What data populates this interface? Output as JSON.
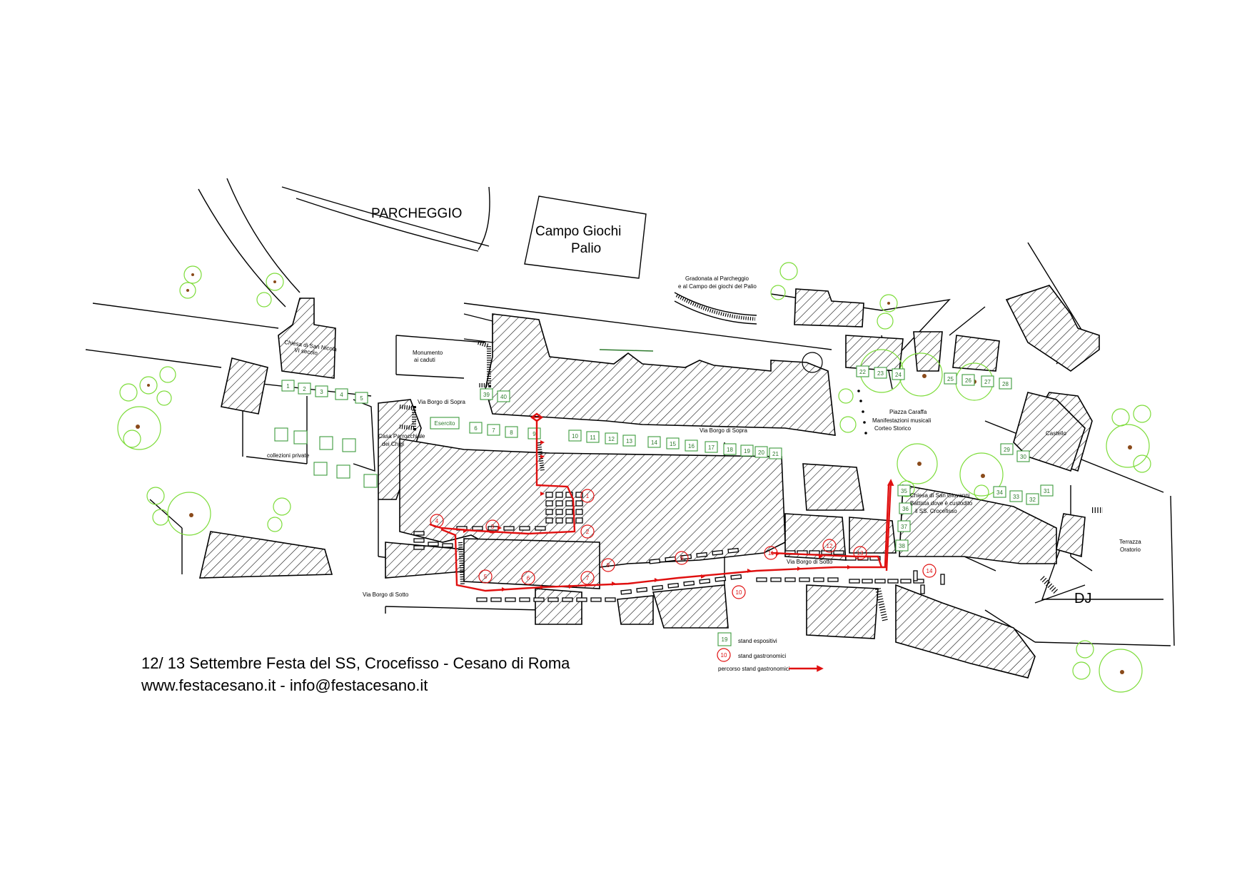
{
  "labels": {
    "parcheggio": "PARCHEGGIO",
    "campo_line1": "Campo Giochi",
    "campo_line2": "Palio",
    "gradonata_line1": "Gradonata al Parcheggio",
    "gradonata_line2": "e al Campo dei giochi del Palio",
    "chiesa_nicola_line1": "Chiesa di San Nicola",
    "chiesa_nicola_line2": "VI secolo",
    "monumento_line1": "Monumento",
    "monumento_line2": "ai caduti",
    "via_borgo_sopra_1": "Via Borgo di Sopra",
    "via_borgo_sopra_2": "Via Borgo di Sopra",
    "esercito": "Esercito",
    "casa_line1": "Casa Parrocchiale",
    "casa_line2": "dei Chigi",
    "collezioni": "collezioni private",
    "piazza_caraffa": "Piazza Caraffa",
    "manifestazioni": "Manifestazioni musicali",
    "corteo": "Corteo Storico",
    "castello": "Castello",
    "chiesa_giovanni_line1": "Chiesa di San Giovanni",
    "chiesa_giovanni_line2": "Battista dove è custodito",
    "chiesa_giovanni_line3": "il SS. Crocefisso",
    "terrazza_line1": "Terrazza",
    "terrazza_line2": "Oratorio",
    "dj": "DJ",
    "via_borgo_sotto_1": "Via Borgo di Sotto",
    "via_borgo_sotto_2": "Via Borgo di Sotto"
  },
  "legend": {
    "sample_number": "19",
    "sample_red_number": "10",
    "stand_espositivi": "stand espositivi",
    "stand_gastronomici": "stand gastronomici",
    "percorso": "percorso stand gastronomici"
  },
  "footer": {
    "line1": "12/ 13 Settembre Festa del SS, Crocefisso - Cesano di Roma",
    "line2": "www.festacesano.it - info@festacesano.it"
  },
  "stands": [
    "1",
    "2",
    "3",
    "4",
    "5",
    "6",
    "7",
    "8",
    "9",
    "10",
    "11",
    "12",
    "13",
    "14",
    "15",
    "16",
    "17",
    "18",
    "19",
    "20",
    "21",
    "22",
    "23",
    "24",
    "25",
    "26",
    "27",
    "28",
    "29",
    "30",
    "31",
    "32",
    "33",
    "34",
    "35",
    "36",
    "37",
    "38",
    "39",
    "40"
  ],
  "gastro": [
    "1",
    "2",
    "3",
    "4",
    "5",
    "6",
    "7",
    "8",
    "9",
    "10",
    "11",
    "12",
    "13",
    "14"
  ],
  "colors": {
    "stand_green": "#3c9a3c",
    "tree_green": "#7ddc3a",
    "route_red": "#e01010"
  }
}
